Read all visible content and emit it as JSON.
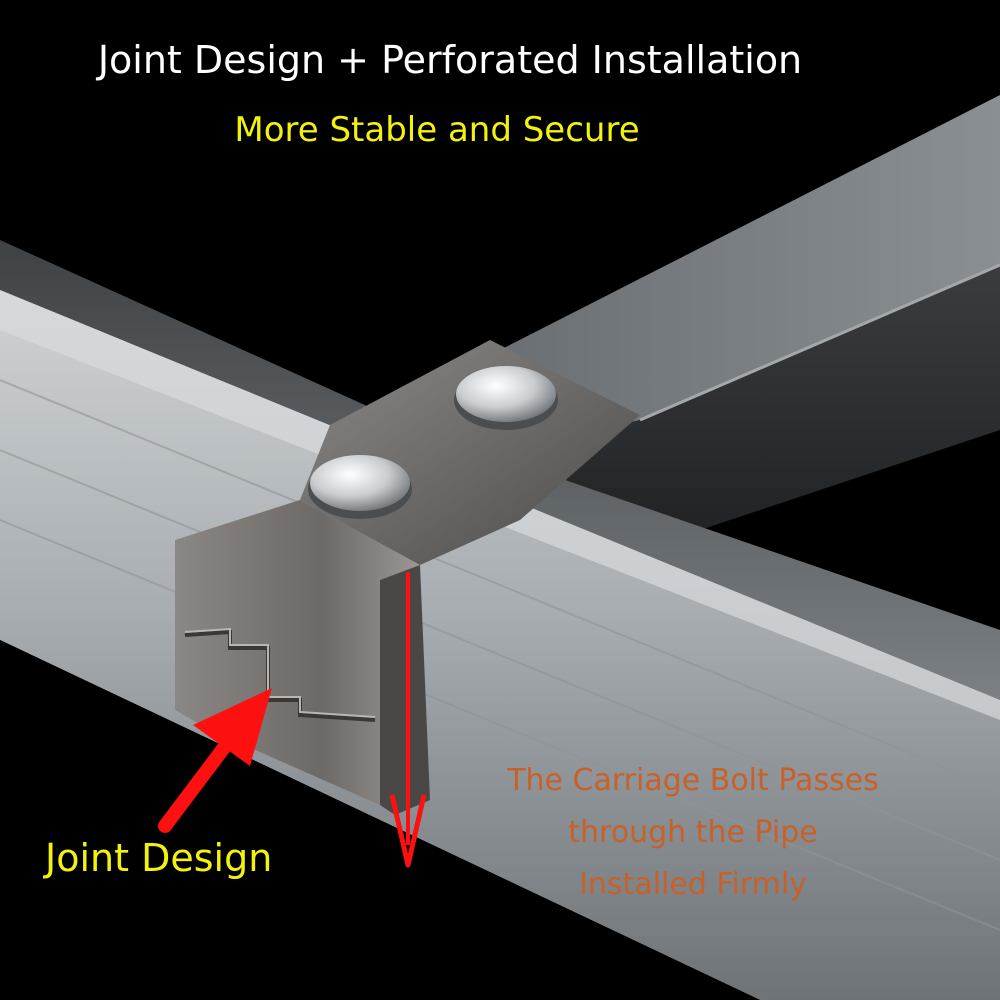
{
  "headline": "Joint Design + Perforated Installation",
  "subheadline": "More Stable and Secure",
  "joint_label": "Joint Design",
  "bolt_caption": [
    "The Carriage Bolt Passes",
    "through the Pipe",
    "Installed Firmly"
  ],
  "colors": {
    "background": "#000000",
    "headline": "#ffffff",
    "highlight": "#f2f20a",
    "caption": "#c7612a",
    "arrow": "#ff1010"
  }
}
